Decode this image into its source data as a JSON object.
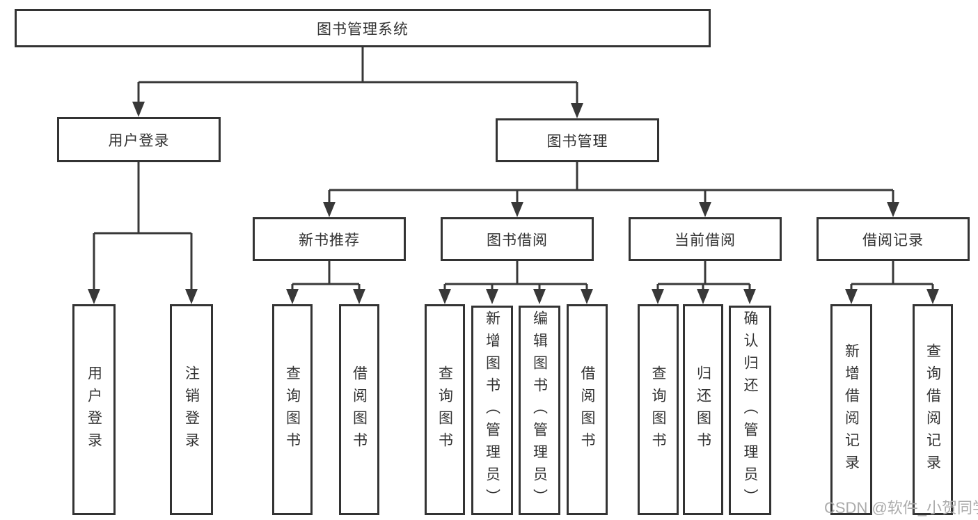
{
  "title": "图书管理系统",
  "level2": {
    "user_login": "用户登录",
    "book_management": "图书管理"
  },
  "level3": {
    "new_book_recommend": "新书推荐",
    "book_borrow": "图书借阅",
    "current_borrow": "当前借阅",
    "borrow_records": "借阅记录"
  },
  "leaves": {
    "login": [
      "用户登录",
      "注销登录"
    ],
    "recommend": [
      "查询图书",
      "借阅图书"
    ],
    "borrow": [
      "查询图书",
      "新增图书（管理员）",
      "编辑图书（管理员）",
      "借阅图书"
    ],
    "current": [
      "查询图书",
      "归还图书",
      "确认归还（管理员）"
    ],
    "records": [
      "新增借阅记录",
      "查询借阅记录"
    ]
  },
  "watermark": "CSDN @软件_小贺同学",
  "colors": {
    "line": "#383838",
    "box_border": "#333333",
    "box_fill": "#ffffff",
    "text": "#333333",
    "watermark": "#ababab",
    "background": "#ffffff"
  }
}
